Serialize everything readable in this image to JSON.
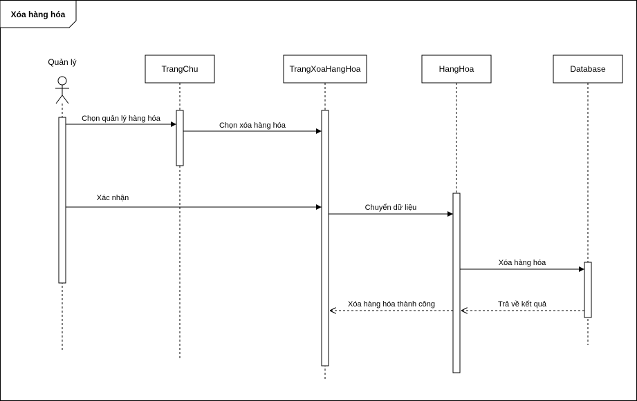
{
  "frame": {
    "title": "Xóa hàng hóa"
  },
  "participants": [
    {
      "id": "actor",
      "label": "Quản lý",
      "kind": "actor"
    },
    {
      "id": "trangchu",
      "label": "TrangChu",
      "kind": "box"
    },
    {
      "id": "trangxoa",
      "label": "TrangXoaHangHoa",
      "kind": "box"
    },
    {
      "id": "hanghoa",
      "label": "HangHoa",
      "kind": "box"
    },
    {
      "id": "database",
      "label": "Database",
      "kind": "box"
    }
  ],
  "messages": [
    {
      "label": "Chọn quản lý hàng hóa",
      "from": "actor",
      "to": "trangchu",
      "kind": "sync"
    },
    {
      "label": "Chọn xóa hàng hóa",
      "from": "trangchu",
      "to": "trangxoa",
      "kind": "sync"
    },
    {
      "label": "Xác nhận",
      "from": "actor",
      "to": "trangxoa",
      "kind": "sync"
    },
    {
      "label": "Chuyển dữ liệu",
      "from": "trangxoa",
      "to": "hanghoa",
      "kind": "sync"
    },
    {
      "label": "Xóa hàng hóa",
      "from": "hanghoa",
      "to": "database",
      "kind": "sync"
    },
    {
      "label": "Trả về kết quả",
      "from": "database",
      "to": "hanghoa",
      "kind": "return"
    },
    {
      "label": "Xóa hàng hóa thành công",
      "from": "hanghoa",
      "to": "trangxoa",
      "kind": "return"
    }
  ],
  "colors": {
    "stroke": "#000000",
    "background": "#ffffff"
  }
}
